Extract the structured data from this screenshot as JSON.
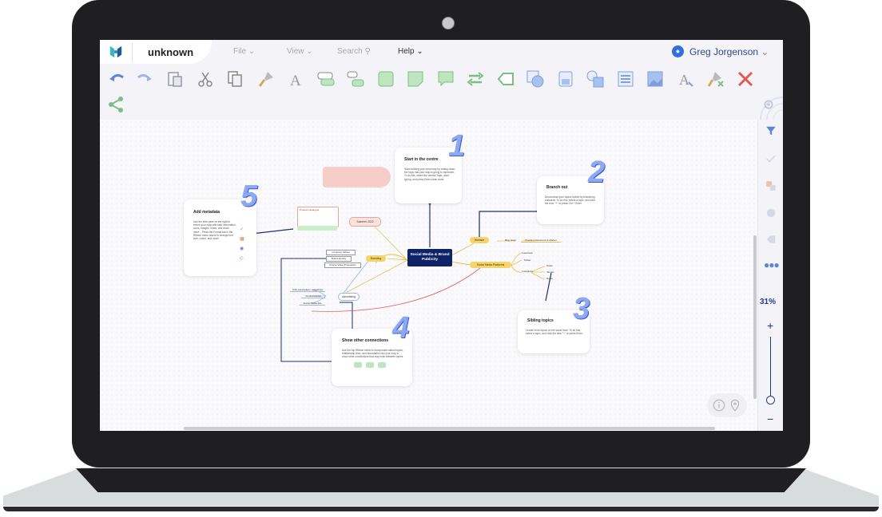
{
  "app": {
    "doc_name": "unknown",
    "menus": [
      "File",
      "View",
      "Search",
      "Help"
    ],
    "user_name": "Greg Jorgenson",
    "zoom": "31%"
  },
  "toolbar_icons": [
    "undo-icon",
    "redo-icon",
    "paste-icon",
    "cut-icon",
    "copy-icon",
    "format-painter-icon",
    "text-icon",
    "add-topic-icon",
    "add-subtopic-icon",
    "callout-icon",
    "note-icon",
    "comment-icon",
    "relationship-icon",
    "tag-icon",
    "shape-icon",
    "bucket-icon",
    "image-shape-icon",
    "layout-icon",
    "image-icon",
    "text-format-icon",
    "clear-format-icon",
    "delete-icon",
    "share-icon"
  ],
  "canvas": {
    "central_topic": "Social Media & Brand Publicity",
    "cards": {
      "c1": {
        "num": "1",
        "title": "Start in the centre",
        "body": "Start building your mind map by writing down the topic that your map is going to represent. To do this, select the central Topic, start typing, and press Enter when done."
      },
      "c2": {
        "num": "2",
        "title": "Branch out",
        "body": "Deconstruct your topics further by branching outwards. To do this, select a topic, and click the blue \"+\" or press Ctrl + Enter."
      },
      "c3": {
        "num": "3",
        "title": "Sibling topics",
        "body": "Create more topics on the same level. To do this, select a topic, and click the blue \"+\" or press Enter."
      },
      "c4": {
        "num": "4",
        "title": "Show other connections",
        "body": "Use the top Ribbon menu to incorporate callout topics, relationship lines, and boundaries into your map to show other connections that may exist between topics."
      },
      "c5": {
        "num": "5",
        "title": "Add metadata",
        "body": "Use the side pane on the right to enrich your map with task information, icons, images, notes, and much more... Press the Format tab in the Ribbon menu above to change font size, colors, and more!"
      }
    },
    "nodes": {
      "website": "Website",
      "blog_posts": "Blog posts",
      "practice": "Practice Awareness & Market",
      "social_media_platforms": "Social Media Platforms",
      "facebook": "Facebook",
      "twitter": "Twitter",
      "instagram": "Instagram",
      "posts": "Posts",
      "stories": "Stories",
      "reels": "Reels",
      "summer": "Summer 2022",
      "product_catalogue": "Product catalogue",
      "branding": "Branding",
      "company_values": "Company Values",
      "brand_identity": "Brand Identity",
      "value_prop": "Unique Value Proposition",
      "advertising": "Advertising",
      "print": "Print (newspaper, magazine)",
      "outdoor": "Outdoor/transit",
      "social_ads": "Social Media Ads"
    }
  }
}
